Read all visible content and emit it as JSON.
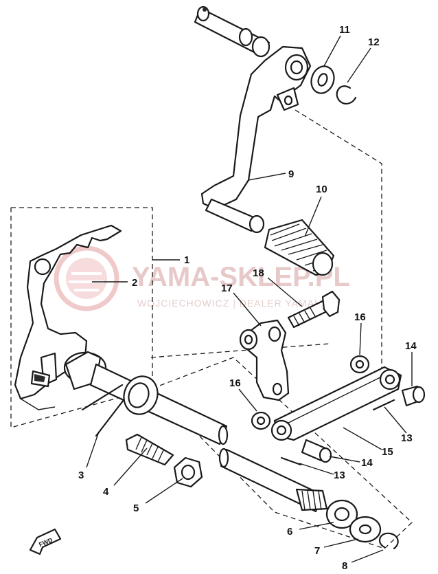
{
  "watermark": {
    "brand": "YAMA-SKLEP.PL",
    "dealer": "WOJCIECHOWICZ | DEALER YAMAHA",
    "color": "#e7c9c9"
  },
  "fwd_label": "FWD",
  "callouts": [
    {
      "id": "1",
      "label": "1"
    },
    {
      "id": "2",
      "label": "2"
    },
    {
      "id": "3",
      "label": "3"
    },
    {
      "id": "4",
      "label": "4"
    },
    {
      "id": "5",
      "label": "5"
    },
    {
      "id": "6",
      "label": "6"
    },
    {
      "id": "7",
      "label": "7"
    },
    {
      "id": "8",
      "label": "8"
    },
    {
      "id": "9",
      "label": "9"
    },
    {
      "id": "10",
      "label": "10"
    },
    {
      "id": "11",
      "label": "11"
    },
    {
      "id": "12",
      "label": "12"
    },
    {
      "id": "13a",
      "label": "13"
    },
    {
      "id": "13b",
      "label": "13"
    },
    {
      "id": "14a",
      "label": "14"
    },
    {
      "id": "14b",
      "label": "14"
    },
    {
      "id": "15",
      "label": "15"
    },
    {
      "id": "16a",
      "label": "16"
    },
    {
      "id": "16b",
      "label": "16"
    },
    {
      "id": "17",
      "label": "17"
    },
    {
      "id": "18",
      "label": "18"
    }
  ]
}
